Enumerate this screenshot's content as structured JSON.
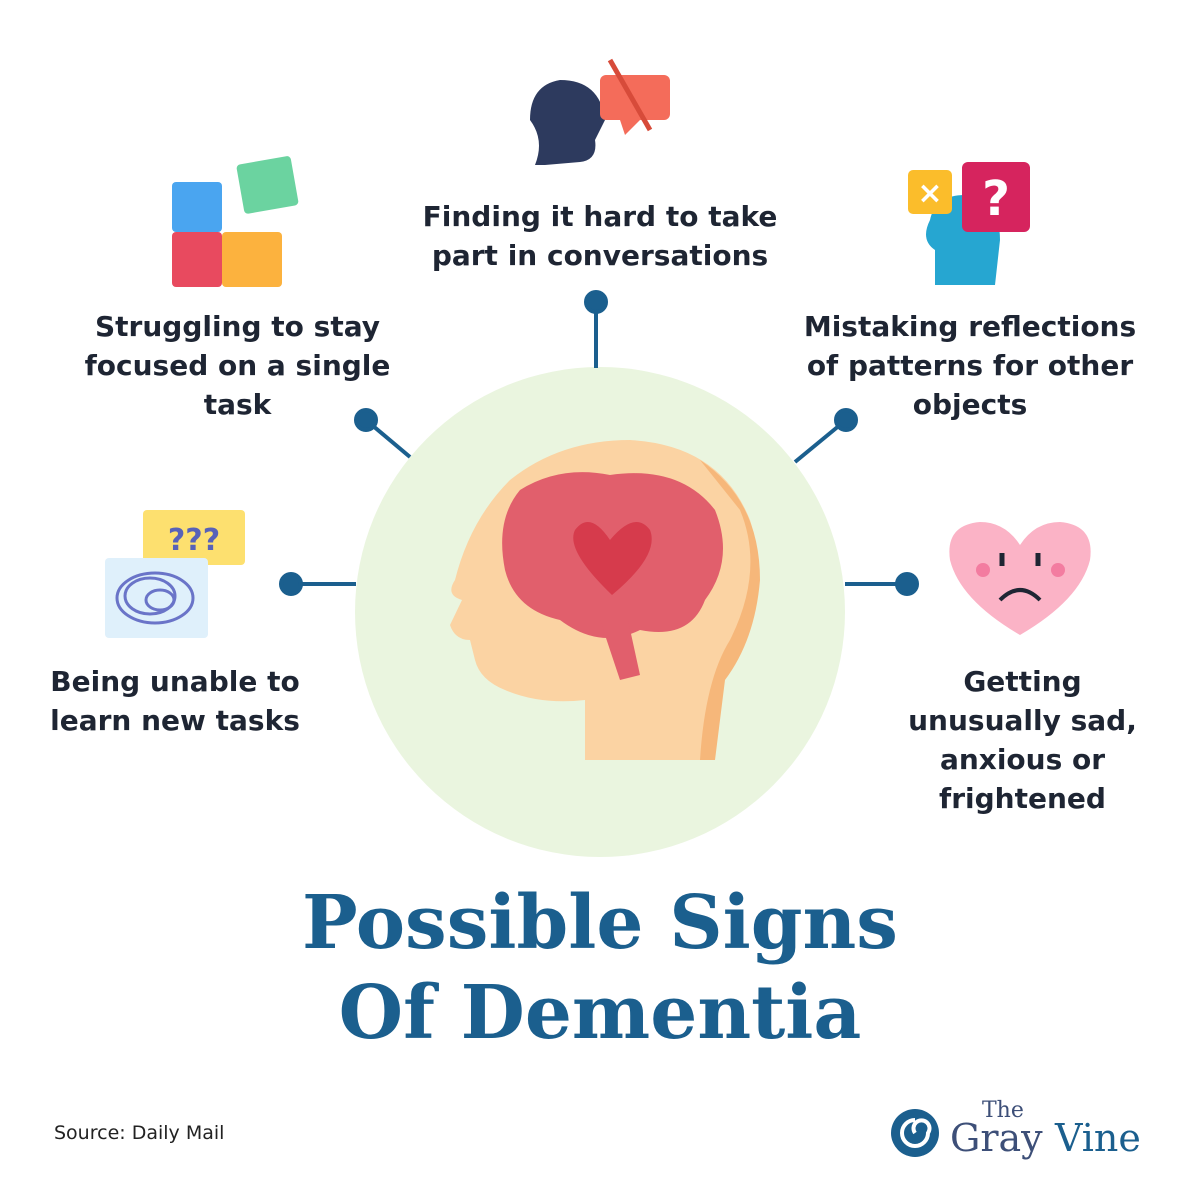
{
  "signs": [
    {
      "id": "conversations",
      "text_lines": [
        "Finding it hard to take",
        "part in conversations"
      ],
      "icon": "speech-off-icon"
    },
    {
      "id": "focus",
      "text_lines": [
        "Struggling to stay",
        "focused on a single",
        "task"
      ],
      "icon": "puzzle-icon"
    },
    {
      "id": "reflections",
      "text_lines": [
        "Mistaking reflections",
        "of patterns for other",
        "objects"
      ],
      "icon": "confused-head-icon"
    },
    {
      "id": "learning",
      "text_lines": [
        "Being unable to",
        "learn new tasks"
      ],
      "icon": "confused-speech-icon"
    },
    {
      "id": "emotions",
      "text_lines": [
        "Getting",
        "unusually sad,",
        "anxious or",
        "frightened"
      ],
      "icon": "sad-heart-icon"
    }
  ],
  "center_icon": "brain-head-icon",
  "title_lines": [
    "Possible Signs",
    "Of Dementia"
  ],
  "source": "Source: Daily Mail",
  "logo": {
    "small": "The",
    "main_a": "Gray",
    "main_b": "Vine"
  },
  "colors": {
    "title": "#1b5f8e",
    "connector": "#1b5f8e",
    "circle": "#eaf5df",
    "text": "#1e2533"
  },
  "icon_text": {
    "question_marks": "???"
  }
}
